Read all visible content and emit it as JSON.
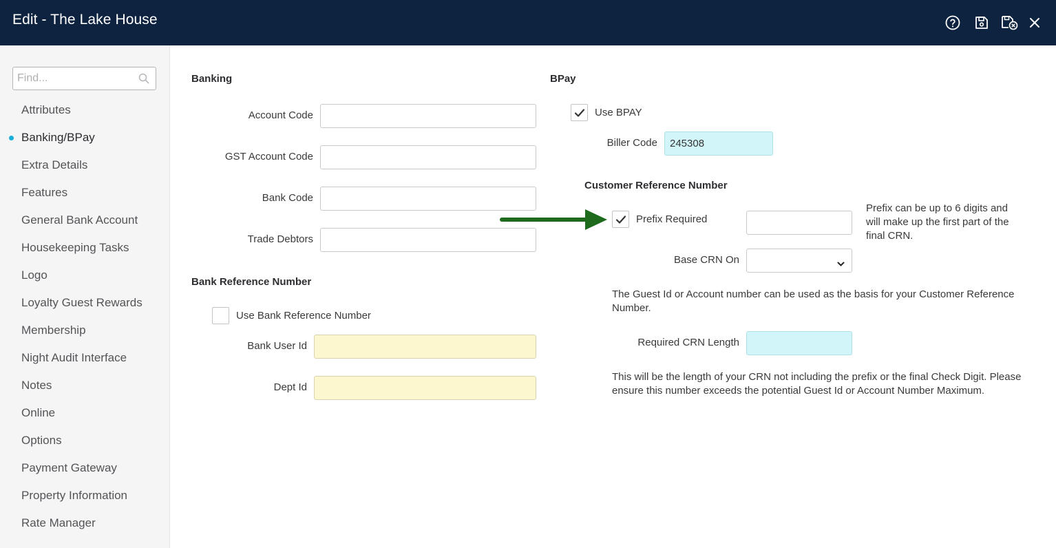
{
  "window": {
    "title": "Edit - The Lake House",
    "icons": [
      "help-icon",
      "save-icon",
      "save-close-icon",
      "close-icon"
    ]
  },
  "sidebar": {
    "search_placeholder": "Find...",
    "items": [
      {
        "label": "Attributes",
        "active": false
      },
      {
        "label": "Banking/BPay",
        "active": true
      },
      {
        "label": "Extra Details",
        "active": false
      },
      {
        "label": "Features",
        "active": false
      },
      {
        "label": "General Bank Account",
        "active": false
      },
      {
        "label": "Housekeeping Tasks",
        "active": false
      },
      {
        "label": "Logo",
        "active": false
      },
      {
        "label": "Loyalty Guest Rewards",
        "active": false
      },
      {
        "label": "Membership",
        "active": false
      },
      {
        "label": "Night Audit Interface",
        "active": false
      },
      {
        "label": "Notes",
        "active": false
      },
      {
        "label": "Online",
        "active": false
      },
      {
        "label": "Options",
        "active": false
      },
      {
        "label": "Payment Gateway",
        "active": false
      },
      {
        "label": "Property Information",
        "active": false
      },
      {
        "label": "Rate Manager",
        "active": false
      }
    ]
  },
  "banking": {
    "heading": "Banking",
    "account_code": {
      "label": "Account Code",
      "value": ""
    },
    "gst_account_code": {
      "label": "GST Account Code",
      "value": ""
    },
    "bank_code": {
      "label": "Bank Code",
      "value": ""
    },
    "trade_debtors": {
      "label": "Trade Debtors",
      "value": ""
    }
  },
  "bank_reference": {
    "heading": "Bank Reference Number",
    "use_bank_ref": {
      "label": "Use Bank Reference Number",
      "checked": false
    },
    "bank_user_id": {
      "label": "Bank User Id",
      "value": ""
    },
    "dept_id": {
      "label": "Dept Id",
      "value": ""
    }
  },
  "bpay": {
    "heading": "BPay",
    "use_bpay": {
      "label": "Use BPAY",
      "checked": true
    },
    "biller_code": {
      "label": "Biller Code",
      "value": "245308"
    }
  },
  "crn": {
    "heading": "Customer Reference Number",
    "prefix_required": {
      "label": "Prefix Required",
      "checked": true,
      "value": ""
    },
    "prefix_note": "Prefix can be up to 6 digits and will make up the first part of the final CRN.",
    "base_crn_on": {
      "label": "Base CRN On",
      "value": ""
    },
    "base_note": "The Guest Id or Account number can be used as the basis for your Customer Reference Number.",
    "required_length": {
      "label": "Required CRN Length",
      "value": ""
    },
    "length_note": "This will be the length of your CRN not including the prefix or the final Check Digit. Please ensure this number exceeds the potential Guest Id or Account Number Maximum."
  },
  "colors": {
    "titlebar": "#0d2340",
    "active_dot": "#1aaed8",
    "annotation_arrow": "#1e6b1e",
    "required_field": "#fdf7cf",
    "highlight_field": "#d2f5f9"
  }
}
